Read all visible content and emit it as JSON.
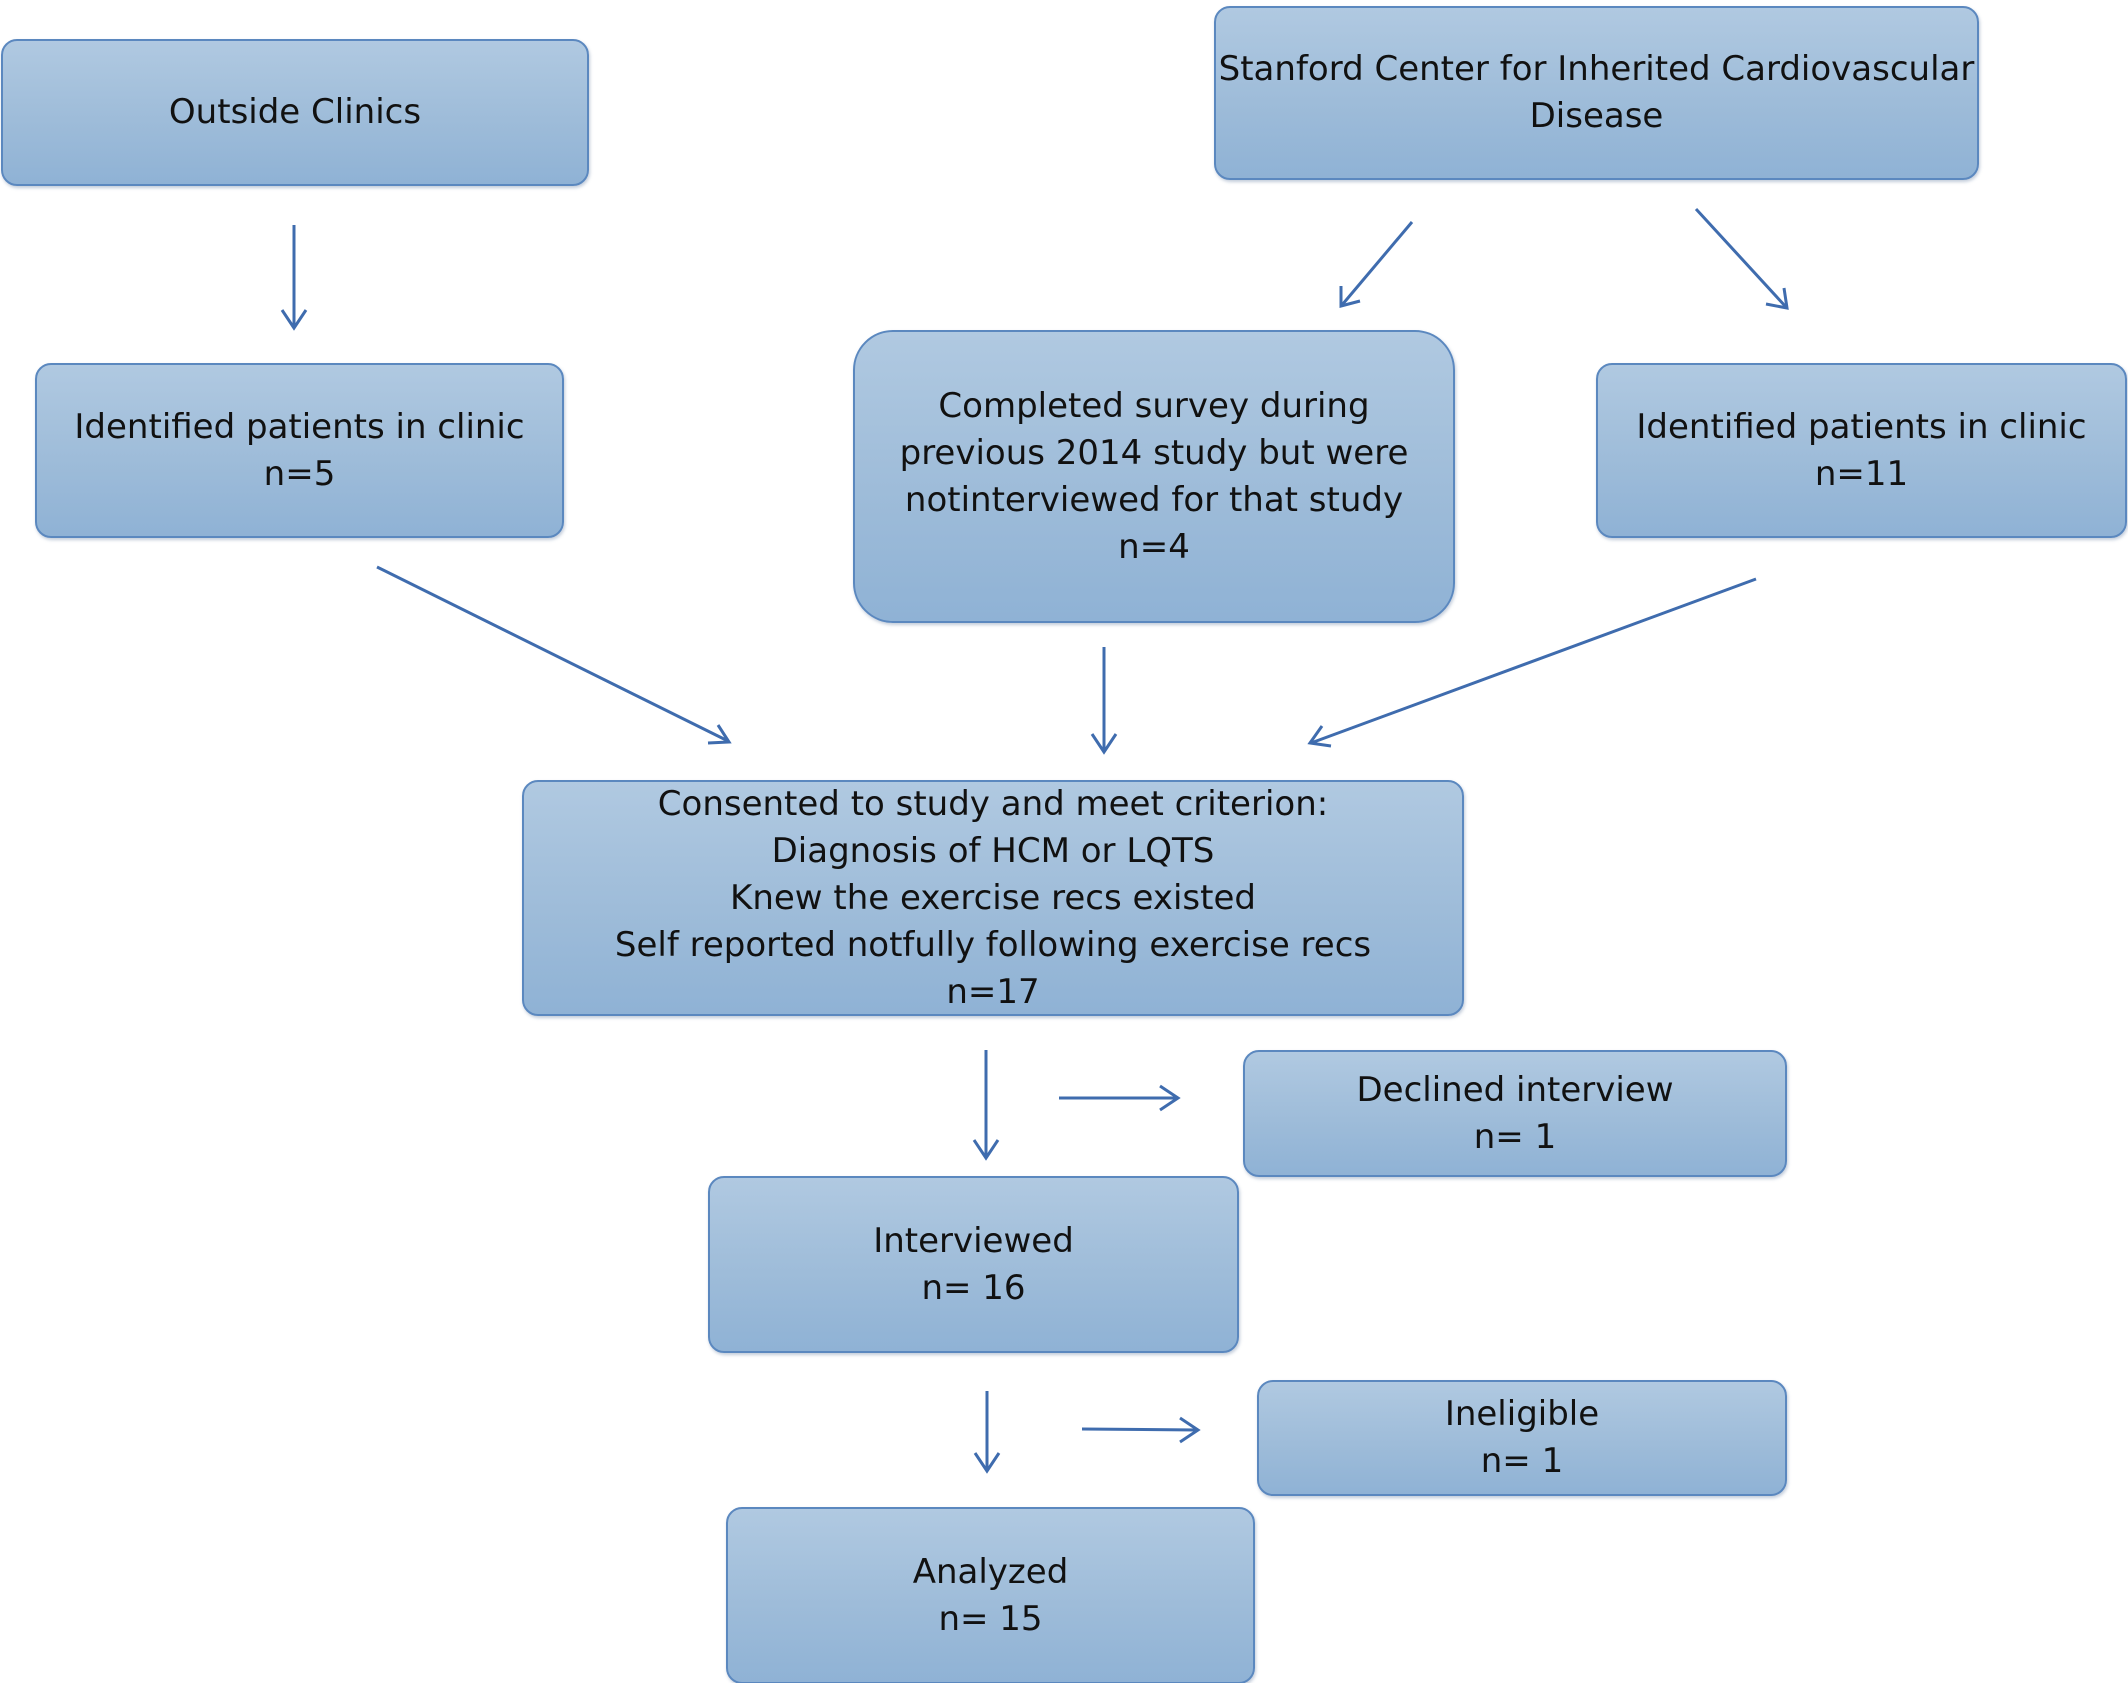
{
  "boxes": {
    "outside_clinics": {
      "lines": [
        "Outside Clinics"
      ]
    },
    "stanford_center": {
      "lines": [
        "Stanford Center for Inherited Cardiovascular",
        "Disease"
      ]
    },
    "identified_left": {
      "lines": [
        "Identified patients in clinic",
        "n=5"
      ]
    },
    "completed_survey": {
      "lines": [
        "Completed survey during",
        "previous 2014 study but were",
        "notinterviewed for that study",
        "n=4"
      ]
    },
    "identified_right": {
      "lines": [
        "Identified patients in clinic",
        "n=11"
      ]
    },
    "consented": {
      "lines": [
        "Consented to study and meet criterion:",
        "Diagnosis of HCM or LQTS",
        "Knew the exercise recs existed",
        "Self reported notfully following exercise recs",
        "n=17"
      ]
    },
    "declined": {
      "lines": [
        "Declined interview",
        "n= 1"
      ]
    },
    "interviewed": {
      "lines": [
        "Interviewed",
        "n= 16"
      ]
    },
    "ineligible": {
      "lines": [
        "Ineligible",
        "n= 1"
      ]
    },
    "analyzed": {
      "lines": [
        "Analyzed",
        "n= 15"
      ]
    }
  },
  "colors": {
    "box_fill_top": "#b0c9e1",
    "box_fill_bottom": "#8fb2d5",
    "box_border": "#5b88bf",
    "arrow": "#3f6cae"
  }
}
